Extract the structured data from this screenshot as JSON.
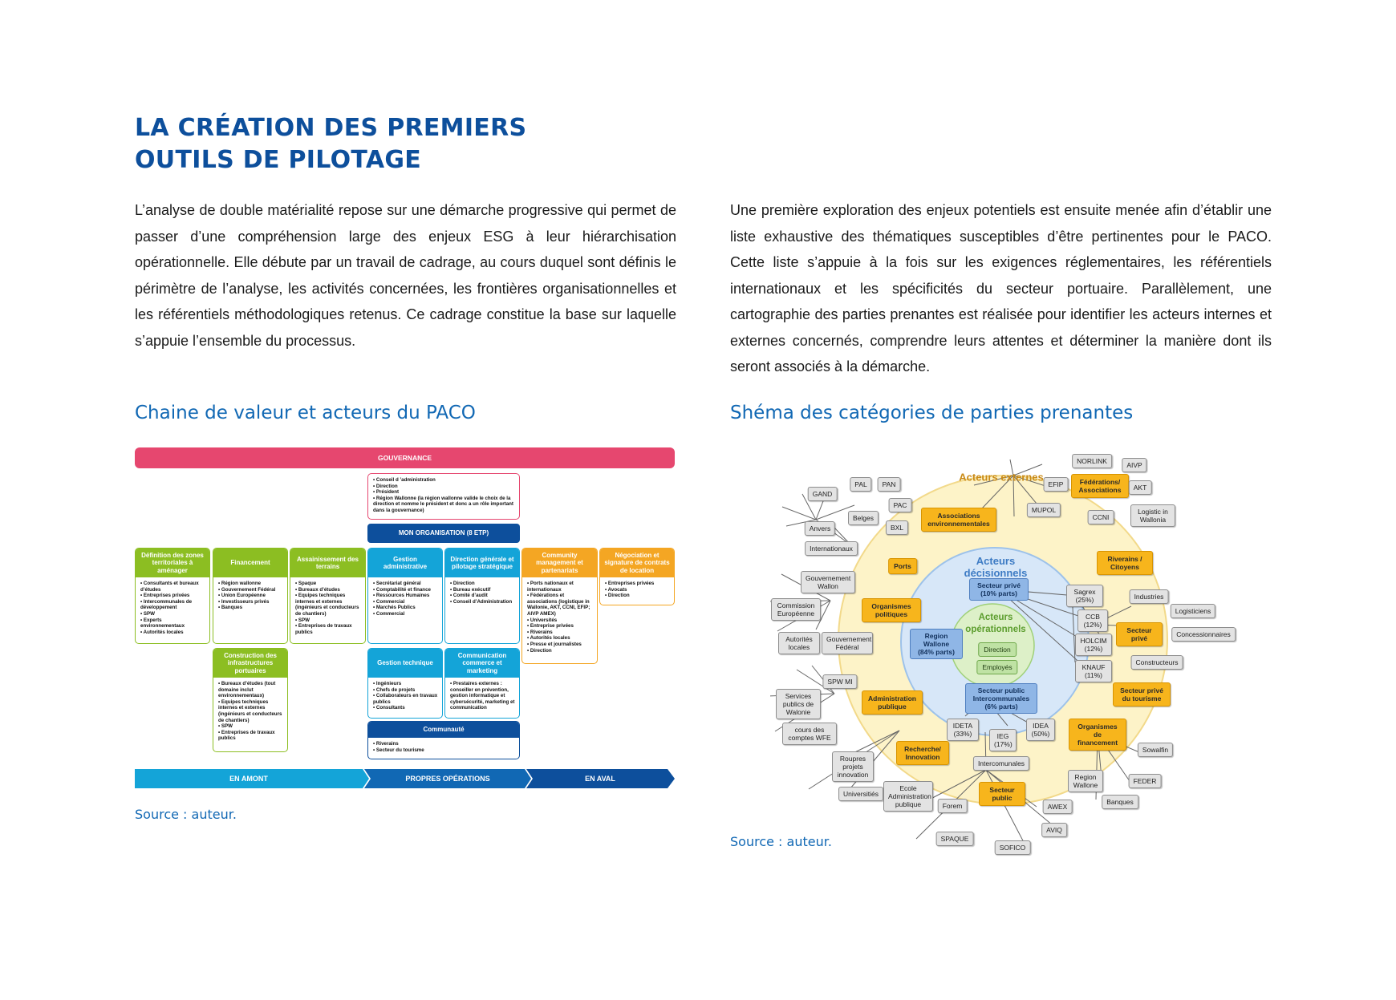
{
  "title": {
    "line1": "LA CRÉATION DES PREMIERS",
    "line2": "OUTILS DE PILOTAGE"
  },
  "paragraphs": {
    "left": "L’analyse de double matérialité repose sur une démarche progressive qui permet de passer d’une compréhension large des enjeux ESG à leur hiérarchisation opérationnelle. Elle débute par un travail de cadrage, au cours duquel sont définis le périmètre de l’analyse, les activités concernées, les frontières organisationnelles et les référentiels méthodologiques retenus. Ce cadrage constitue la base sur laquelle s’appuie l’ensemble du processus.",
    "right": "Une première exploration des enjeux potentiels est ensuite menée afin d’établir une liste exhaustive des thématiques susceptibles d’être pertinentes pour le PACO. Cette liste s’appuie à la fois sur les exigences réglementaires, les référentiels internationaux et les spécificités du secteur portuaire. Parallèlement, une cartographie des parties prenantes est réalisée pour identifier les acteurs internes et externes concernés, comprendre leurs attentes et déterminer la manière dont ils seront associés à la démarche."
  },
  "figure_left": {
    "heading": "Chaine de valeur et acteurs du PACO",
    "source": "Source : auteur.",
    "gouvernance": "GOUVERNANCE",
    "gouvernance_items": [
      "Conseil d ’administration",
      "Direction",
      "Président",
      "Région Wallonne (la région wallonne valide le choix de la direction et nomme le président et donc a un rôle important dans la gouvernance)"
    ],
    "mon_organisation": "MON ORGANISATION (8  ETP)",
    "boxes": {
      "zones": {
        "title": "Définition des zones territoriales à aménager",
        "items": [
          "Consultants et bureaux d’études",
          "Entreprises privées",
          "Intercommunales de développement",
          "SPW",
          "Experts environnementaux",
          "Autorités locales"
        ]
      },
      "financement": {
        "title": "Financement",
        "items": [
          "Région wallonne",
          "Gouvernement Fédéral",
          "Union Européenne",
          "Investisseurs  privés",
          "Banques"
        ]
      },
      "assainissement": {
        "title": "Assainissement des terrains",
        "items": [
          "Spaque",
          "Bureaux d’études",
          "Equipes techniques internes et externes (ingénieurs et conducteurs de chantiers)",
          "SPW",
          "Entreprises de travaux publics"
        ]
      },
      "gestion_admin": {
        "title": "Gestion administrative",
        "items": [
          "Secrétariat général",
          "Comptabilité et finance",
          "Ressources Humaines",
          "Commercial",
          "Marchés Publics",
          "Commercial"
        ]
      },
      "direction": {
        "title": "Direction générale et pilotage stratégique",
        "items": [
          "Direction",
          "Bureau exécutif",
          "Comité d’audit",
          "Conseil d’Administration"
        ]
      },
      "community": {
        "title": "Community management et partenariats",
        "items": [
          "Ports nationaux et internationaux",
          "Fédérations et associations (logistique in Wallonie, AKT, CCNI, EFIP; AIVP AMEX)",
          "Universités",
          "Entreprise privées",
          "Riverains",
          "Autorités locales",
          "Presse et journalistes",
          "Direction"
        ]
      },
      "negociation": {
        "title": "Négociation et signature de contrats de location",
        "items": [
          "Entreprises privées",
          "Avocats",
          "Direction"
        ]
      },
      "construction": {
        "title": "Construction des infrastructures portuaires",
        "items": [
          "Bureaux d’études (tout domaine inclut environnementaux)",
          "Equipes techniques internes et externes (ingénieurs et conducteurs de chantiers)",
          "SPW",
          "Entreprises de travaux publics"
        ]
      },
      "gestion_tech": {
        "title": "Gestion technique",
        "items": [
          "Ingénieurs",
          "Chefs de projets",
          "Collaborateurs en travaux publics",
          "Consultants"
        ]
      },
      "communication": {
        "title": "Communication commerce et marketing",
        "items": [
          "Prestaires externes : conseiller en prévention, gestion informatique et cybersécurité, marketing et communication"
        ]
      },
      "communaute": {
        "title": "Communauté",
        "items": [
          "Riverains",
          "Secteur du tourisme"
        ]
      }
    },
    "arrows": {
      "amont": "EN AMONT",
      "propres": "PROPRES OPÉRATIONS",
      "aval": "EN AVAL"
    },
    "colors": {
      "pink": "#e6476f",
      "green": "#8cbe22",
      "cyan": "#14a4d8",
      "orange": "#f4a623",
      "navy": "#0d4f9c"
    }
  },
  "figure_right": {
    "heading": "Shéma des catégories de parties prenantes",
    "source": "Source : auteur.",
    "rings": {
      "externes": "Acteurs externes",
      "decisionnels": "Acteurs décisionnels",
      "operationnels": "Acteurs opérationnels"
    },
    "orange_nodes": {
      "assoc_env": "Associations environnementales",
      "federations": "Fédérations/ Associations",
      "riverains": "Riverains / Citoyens",
      "ports": "Ports",
      "org_pol": "Organismes politiques",
      "secteur_prive": "Secteur privé",
      "admin_pub": "Administration publique",
      "prive_tourisme": "Secteur privé du tourisme",
      "recherche": "Recherche/ Innovation",
      "org_fin": "Organismes de financement",
      "secteur_public": "Secteur public"
    },
    "blue_nodes": {
      "prive_10": "Secteur privé (10% parts)",
      "region_84": "Region Wallone (84% parts)",
      "public_6": "Secteur public Intercommunales (6% parts)"
    },
    "green_nodes": {
      "direction": "Direction",
      "employes": "Employés"
    },
    "grey_nodes": {
      "norlink": "NORLINK",
      "aivp": "AIVP",
      "efip": "EFIP",
      "akt": "AKT",
      "mupol": "MUPOL",
      "ccni": "CCNI",
      "logistic": "Logistic in Wallonia",
      "pal": "PAL",
      "pan": "PAN",
      "gand": "GAND",
      "pac": "PAC",
      "belges": "Belges",
      "anvers": "Anvers",
      "bxl": "BXL",
      "internationaux": "Internationaux",
      "gouv_wallon": "Gouvernement Wallon",
      "commission": "Commission Européenne",
      "autorites": "Autorités locales",
      "gouv_federal": "Gouvernement Fédéral",
      "sagrex": "Sagrex (25%)",
      "ccb": "CCB (12%)",
      "holcim": "HOLCIM (12%)",
      "knauf": "KNAUF (11%)",
      "industries": "Industries",
      "logisticiens": "Logisticiens",
      "concessionnaires": "Concessionnaires",
      "constructeurs": "Constructeurs",
      "spw_mi": "SPW MI",
      "services_publics": "Services publics de Walonie",
      "cours_comptes": "cours des comptes WFE",
      "ideta": "IDETA (33%)",
      "ieg": "IEG (17%)",
      "idea": "IDEA (50%)",
      "intercomunales": "Intercomunales",
      "roupres": "Roupres projets innovation",
      "universites": "Universitiés",
      "ecole": "Ecole Administration publique",
      "forem": "Forem",
      "awex": "AWEX",
      "aviq": "AVIQ",
      "spaque": "SPAQUE",
      "sofico": "SOFICO",
      "sowalfin": "Sowalfin",
      "region_wallone": "Region Wallone",
      "feder": "FEDER",
      "banques": "Banques"
    },
    "colors": {
      "outer": "#fdf3c8",
      "outer_border": "#f2d98a",
      "middle": "#d7e7f8",
      "middle_border": "#9dc2ea",
      "inner": "#ddf0c8",
      "inner_border": "#9fd079",
      "orange_text": "#c98a16",
      "blue_text": "#3d7bc4",
      "green_text": "#5c9d2e"
    }
  }
}
